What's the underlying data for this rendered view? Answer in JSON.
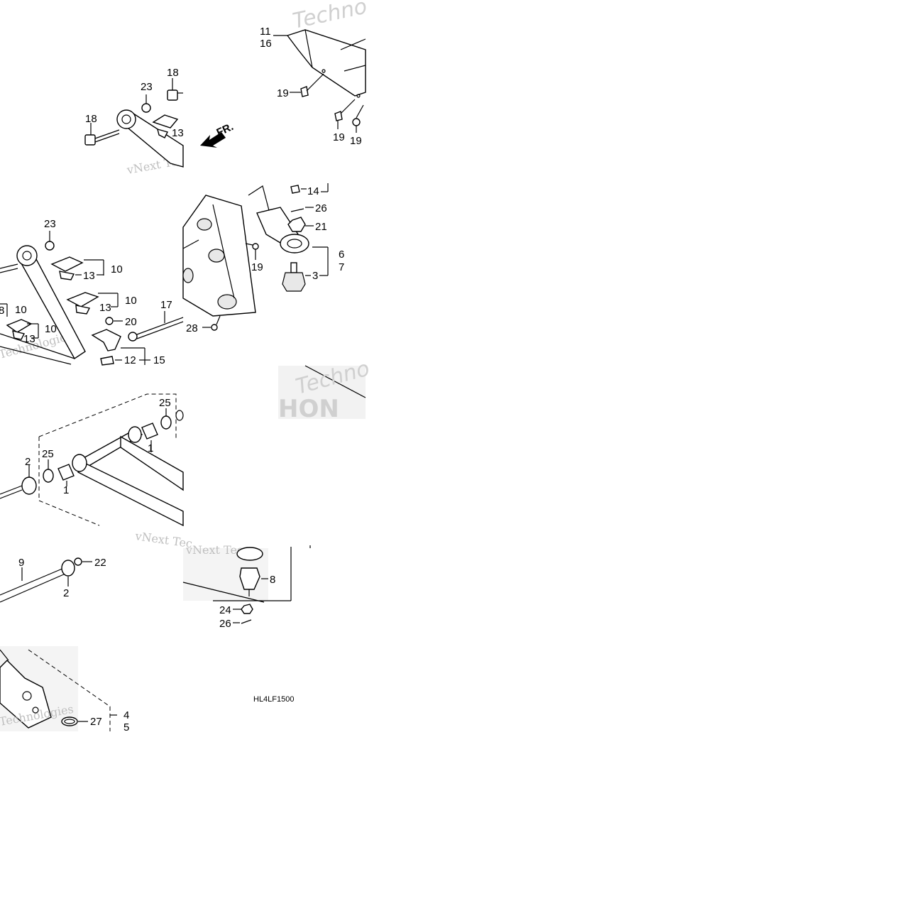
{
  "diagram": {
    "diagram_code": "HL4LF1500",
    "direction_label": "FR.",
    "watermarks": {
      "brand": "vNext Tec",
      "company": "Technologies",
      "company_top": "Techno",
      "company_mid": "Techno",
      "logo": "HON"
    },
    "callouts": {
      "c11": "11",
      "c16": "16",
      "c19a": "19",
      "c19b": "19",
      "c19c": "19",
      "c18a": "18",
      "c23a": "23",
      "c18b": "18",
      "c13a": "13",
      "c14": "14",
      "c26a": "26",
      "c21": "21",
      "c6": "6",
      "c7": "7",
      "c3": "3",
      "c19d": "19",
      "c28": "28",
      "c23b": "23",
      "c10a": "10",
      "c13b": "13",
      "c10b": "10",
      "c13c": "13",
      "c8x": "8",
      "c10c": "10",
      "c10d": "10",
      "c13d": "13",
      "c17": "17",
      "c20": "20",
      "c12": "12",
      "c15": "15",
      "c25a": "25",
      "c1a": "1",
      "c2a": "2",
      "c25b": "25",
      "c1b": "1",
      "c9": "9",
      "c22": "22",
      "c2b": "2",
      "c8": "8",
      "c24": "24",
      "c26b": "26",
      "c4": "4",
      "c5": "5",
      "c27": "27"
    }
  }
}
